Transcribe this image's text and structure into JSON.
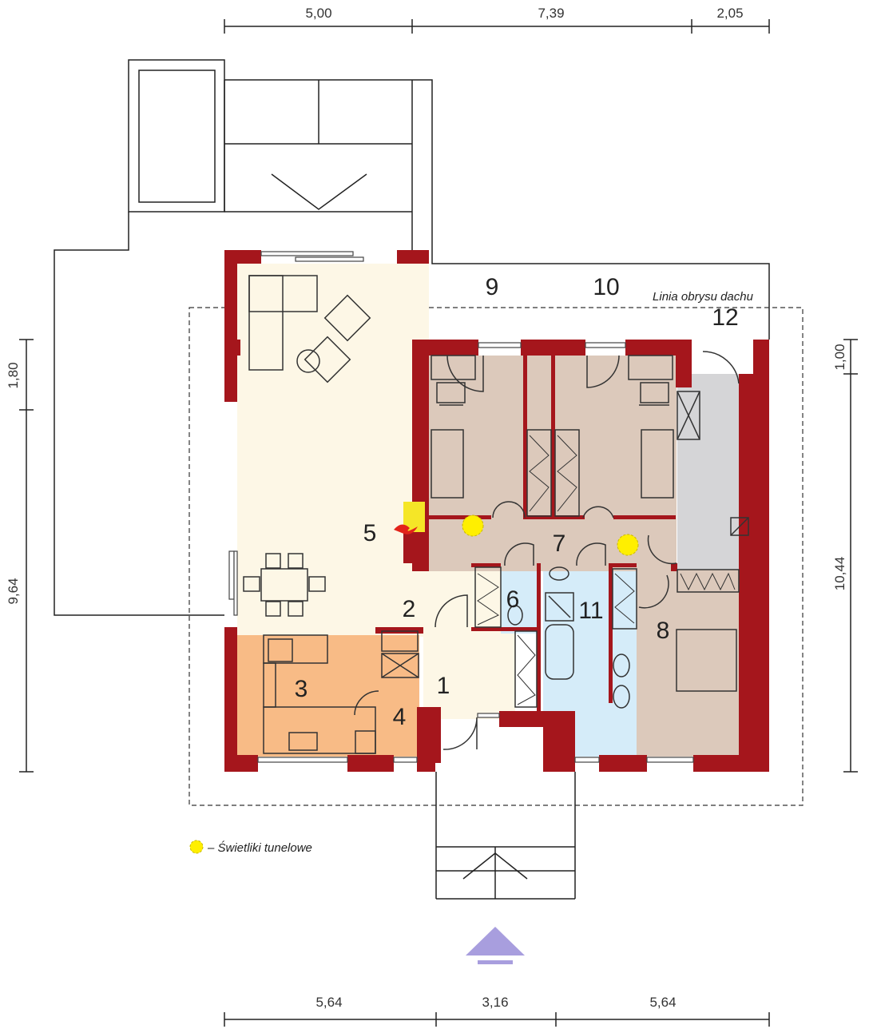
{
  "colors": {
    "wall": "#a5161c",
    "living": "#fdf7e6",
    "kitchen": "#f8bb86",
    "bedroom": "#dcc9bb",
    "bathroom": "#d5ecf9",
    "utility": "#d5d5d7",
    "skylight": "#ffef00",
    "fireplace": "#f5e627",
    "entrance_arrow": "#a89ede"
  },
  "dimensions": {
    "top": [
      "5,00",
      "7,39",
      "2,05"
    ],
    "bottom": [
      "5,64",
      "3,16",
      "5,64"
    ],
    "left": [
      "1,80",
      "9,64"
    ],
    "right": [
      "1,00",
      "10,44"
    ]
  },
  "roof_outline_label": "Linia obrysu dachu",
  "legend": {
    "symbol": "yellow-circle",
    "label": "– Świetliki tunelowe"
  },
  "rooms": [
    "1",
    "2",
    "3",
    "4",
    "5",
    "6",
    "7",
    "8",
    "9",
    "10",
    "11",
    "12"
  ]
}
